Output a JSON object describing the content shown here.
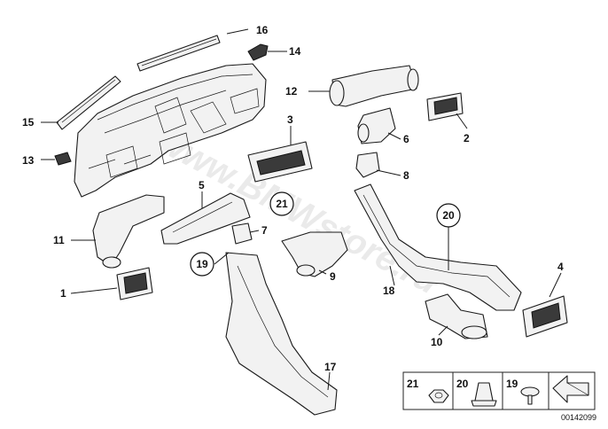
{
  "watermark": "www.BMWstore.ru",
  "document_number": "00142099",
  "callouts": {
    "p1": "1",
    "p2": "2",
    "p3": "3",
    "p4": "4",
    "p5": "5",
    "p6": "6",
    "p7": "7",
    "p8": "8",
    "p9": "9",
    "p10": "10",
    "p11": "11",
    "p12": "12",
    "p13": "13",
    "p14": "14",
    "p15": "15",
    "p16": "16",
    "p17": "17",
    "p18": "18",
    "p19": "19",
    "p20": "20",
    "p21": "21"
  },
  "legend": {
    "item21": "21",
    "item20": "20",
    "item19": "19"
  }
}
